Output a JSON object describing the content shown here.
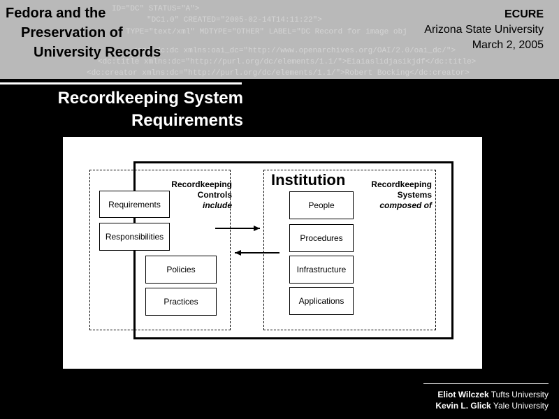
{
  "header": {
    "title_line1": "Fedora and the",
    "title_line2": "Preservation of",
    "title_line3": "University Records",
    "conference": "ECURE",
    "institution": "Arizona State University",
    "date": "March 2, 2005",
    "background_code": [
      "ID=\"DC\" STATUS=\"A\">",
      "\"DC1.0\" CREATED=\"2005-02-14T14:11:22\">",
      "TYPE=\"text/xml\" MDTYPE=\"OTHER\" LABEL=\"DC Record for image obj",
      "<oai_dc:dc xmlns:oai_dc=\"http://www.openarchives.org/OAI/2.0/oai_dc/\">",
      "<dc:title xmlns:dc=\"http://purl.org/dc/elements/1.1/\">Eiaiaslidjasikjdf</dc:title>",
      "<dc:creator xmlns:dc=\"http://purl.org/dc/elements/1.1/\">Robert Bocking</dc:creator>"
    ]
  },
  "slide": {
    "title_line1": "Recordkeeping System",
    "title_line2": "Requirements"
  },
  "diagram": {
    "controls_label_line1": "Recordkeeping",
    "controls_label_line2": "Controls",
    "controls_label_line3": "include",
    "institution_label": "Institution",
    "systems_label_line1": "Recordkeeping",
    "systems_label_line2": "Systems",
    "systems_label_line3": "composed of",
    "controls": [
      "Requirements",
      "Responsibilities",
      "Policies",
      "Practices"
    ],
    "systems": [
      "People",
      "Procedures",
      "Infrastructure",
      "Applications"
    ]
  },
  "footer": {
    "author1_name": "Eliot Wilczek",
    "author1_affiliation": "Tufts University",
    "author2_name": "Kevin L. Glick",
    "author2_affiliation": "Yale University"
  }
}
